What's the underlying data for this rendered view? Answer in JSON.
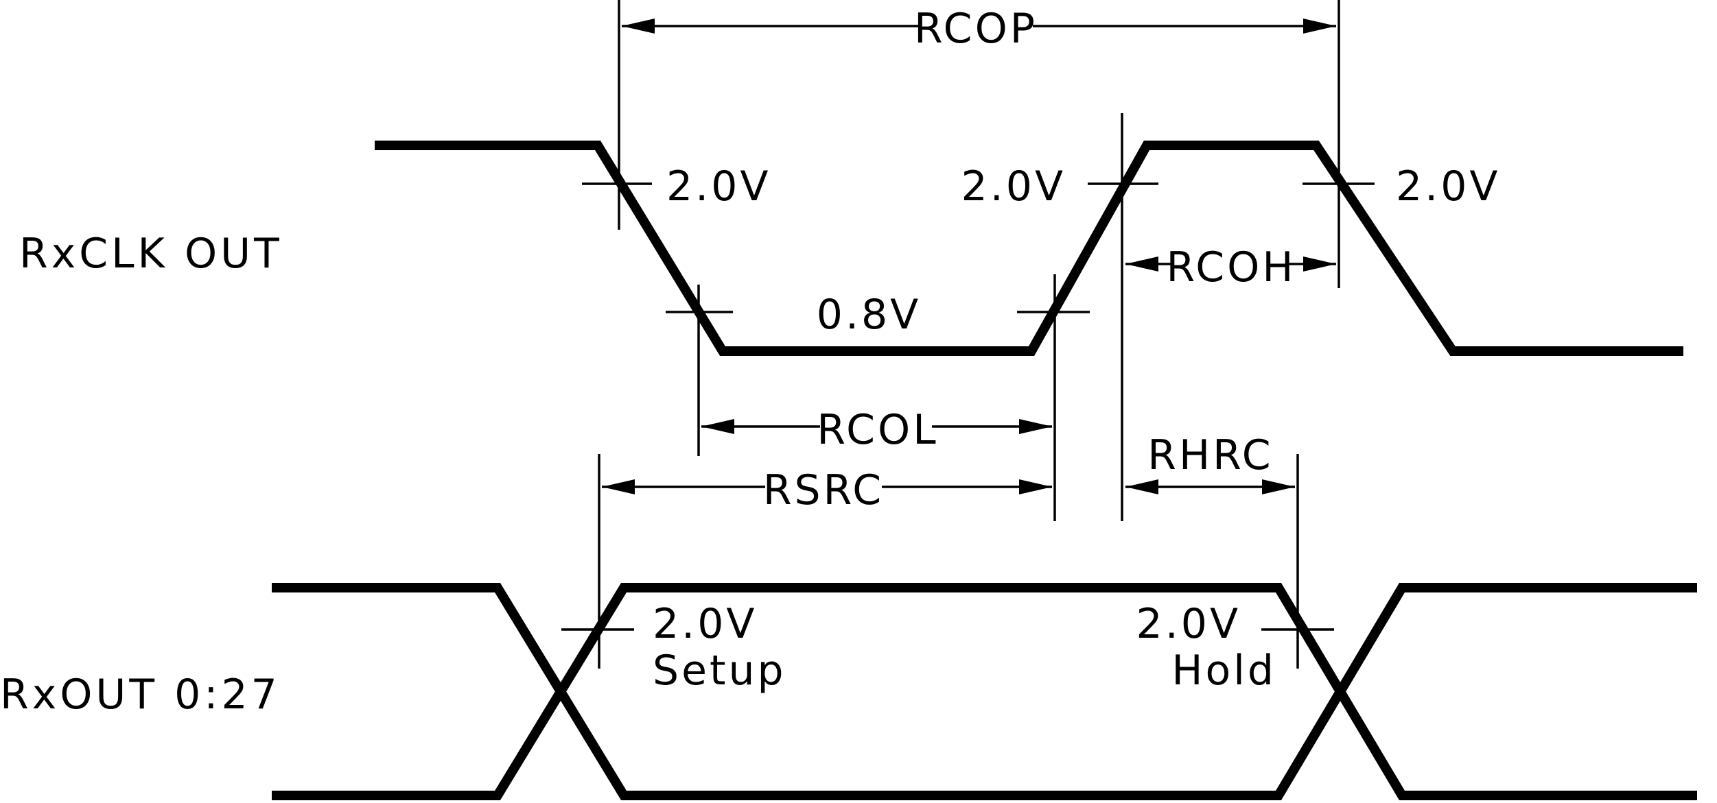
{
  "signals": {
    "clock": "RxCLK OUT",
    "data": "RxOUT 0:27"
  },
  "thresholds": {
    "clk_fall_high": "2.0V",
    "clk_rise_high": "2.0V",
    "clk_fall2_high": "2.0V",
    "clk_low": "0.8V",
    "data_setup_level": "2.0V",
    "data_hold_level": "2.0V"
  },
  "annotations": {
    "setup": "Setup",
    "hold": "Hold"
  },
  "timing_params": {
    "rcop": "RCOP",
    "rcoh": "RCOH",
    "rcol": "RCOL",
    "rsrc": "RSRC",
    "rhrc": "RHRC"
  },
  "colors": {
    "line": "#000000",
    "background": "#ffffff"
  }
}
